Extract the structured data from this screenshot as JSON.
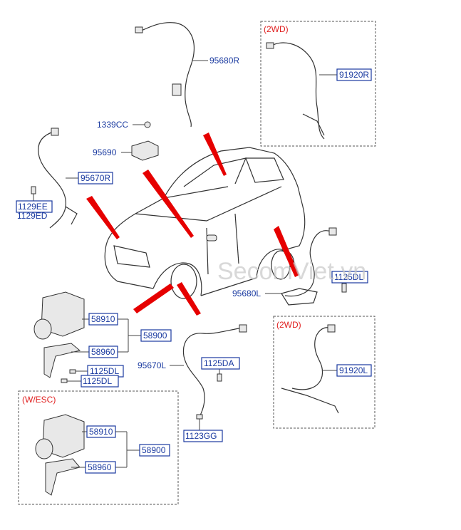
{
  "labels": {
    "p95680R": "95680R",
    "p91920R": "91920R",
    "wd2_top": "(2WD)",
    "p1339CC": "1339CC",
    "p95690": "95690",
    "p95670R": "95670R",
    "p1129EE": "1129EE",
    "p1129ED": "1129ED",
    "p1125DL_r": "1125DL",
    "p95680L": "95680L",
    "wd2_bottom": "(2WD)",
    "p91920L": "91920L",
    "p58910": "58910",
    "p58900": "58900",
    "p58960": "58960",
    "p1125DL_a": "1125DL",
    "p1125DL_b": "1125DL",
    "p95670L": "95670L",
    "p1125DA": "1125DA",
    "p1123GG": "1123GG",
    "wesc": "(W/ESC)",
    "esc58910": "58910",
    "esc58900": "58900",
    "esc58960": "58960"
  },
  "watermark": "SecomViet.vn",
  "colors": {
    "label": "#1a3aa0",
    "accent": "#e02020",
    "pointer": "#e60000"
  }
}
